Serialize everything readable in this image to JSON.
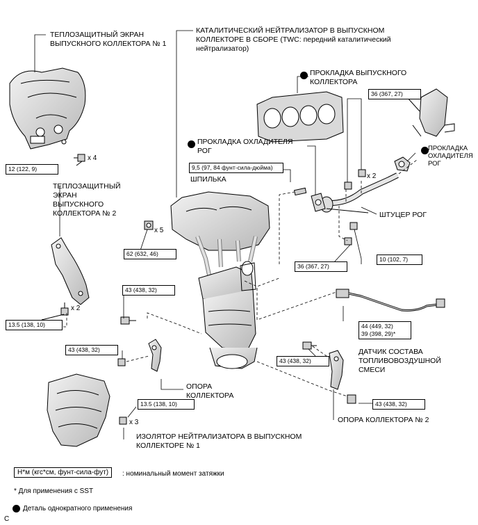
{
  "labels": {
    "heat_shield_1": "ТЕПЛОЗАЩИТНЫЙ ЭКРАН\nВЫПУСКНОГО КОЛЛЕКТОРА № 1",
    "catalytic_converter": "КАТАЛИТИЧЕСКИЙ НЕЙТРАЛИЗАТОР В ВЫПУСКНОМ\nКОЛЛЕКТОРЕ В СБОРЕ (TWC: передний каталитический\nнейтрализатор)",
    "exhaust_gasket": "ПРОКЛАДКА ВЫПУСКНОГО\nКОЛЛЕКТОРА",
    "egr_cooler_gasket": "ПРОКЛАДКА ОХЛАДИТЕЛЯ\nРОГ",
    "egr_cooler_gasket_small": "ПРОКЛАДКА\nОХЛАДИТЕЛЯ\nРОГ",
    "stud": "ШПИЛЬКА",
    "egr_fitting": "ШТУЦЕР РОГ",
    "heat_shield_2": "ТЕПЛОЗАЩИТНЫЙ\nЭКРАН\nВЫПУСКНОГО\nКОЛЛЕКТОРА № 2",
    "af_sensor": "ДАТЧИК СОСТАВА\nТОПЛИВОВОЗДУШНОЙ\nСМЕСИ",
    "manifold_stay": "ОПОРА\nКОЛЛЕКТОРА",
    "manifold_stay_2": "ОПОРА КОЛЛЕКТОРА № 2",
    "insulator_1": "ИЗОЛЯТОР НЕЙТРАЛИЗАТОРА В ВЫПУСКНОМ\nКОЛЛЕКТОРЕ № 1"
  },
  "torques": {
    "t_12": "12 (122, 9)",
    "t_36_top": "36 (367, 27)",
    "t_95": "9,5 (97, 84 фунт-сила-дюйма)",
    "t_62": "62 (632, 46)",
    "t_10": "10 (102, 7)",
    "t_36_mid": "36 (367, 27)",
    "t_43_a": "43 (438, 32)",
    "t_135_a": "13.5 (138, 10)",
    "t_44": "44 (449, 32)\n39 (398, 29)*",
    "t_43_b": "43 (438, 32)",
    "t_43_c": "43 (438, 32)",
    "t_43_d": "43 (438, 32)",
    "t_135_b": "13.5 (138, 10)"
  },
  "quantities": {
    "x4": "x 4",
    "x2_top": "x 2",
    "x5": "x 5",
    "x2_left": "x 2",
    "x3": "x 3"
  },
  "legend": {
    "torque_unit": "Н*м (кгс*см, фунт-сила-фут)",
    "torque_desc": ": номинальный момент затяжки",
    "sst_note": "* Для применения с SST",
    "nonreusable": "Деталь однократного применения"
  },
  "corner_mark": "C",
  "colors": {
    "line": "#000000",
    "part_fill": "#e6e6e6",
    "part_dark": "#bdbdbd"
  }
}
